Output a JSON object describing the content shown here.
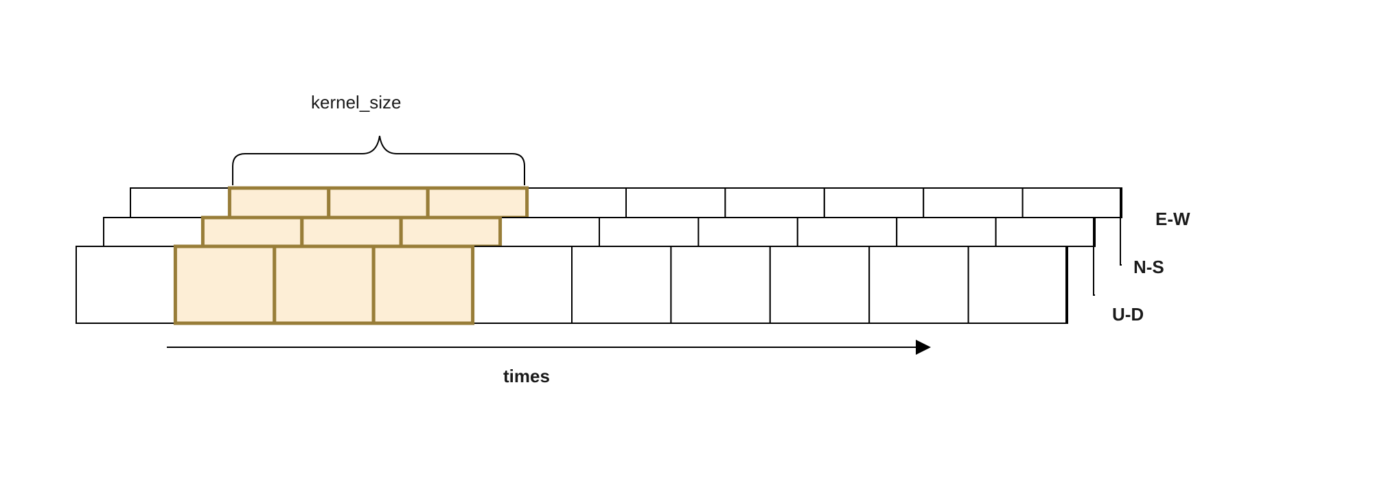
{
  "kernel": {
    "label": "kernel_size",
    "cells": 3,
    "fill_color": "#fdeed6",
    "border_color": "#987d38"
  },
  "channels": [
    {
      "name": "E-W",
      "label": "E-W"
    },
    {
      "name": "N-S",
      "label": "N-S"
    },
    {
      "name": "U-D",
      "label": "U-D"
    }
  ],
  "sequence": {
    "cells": 10,
    "border_color": "#000000"
  },
  "time_axis": {
    "label": "times"
  }
}
